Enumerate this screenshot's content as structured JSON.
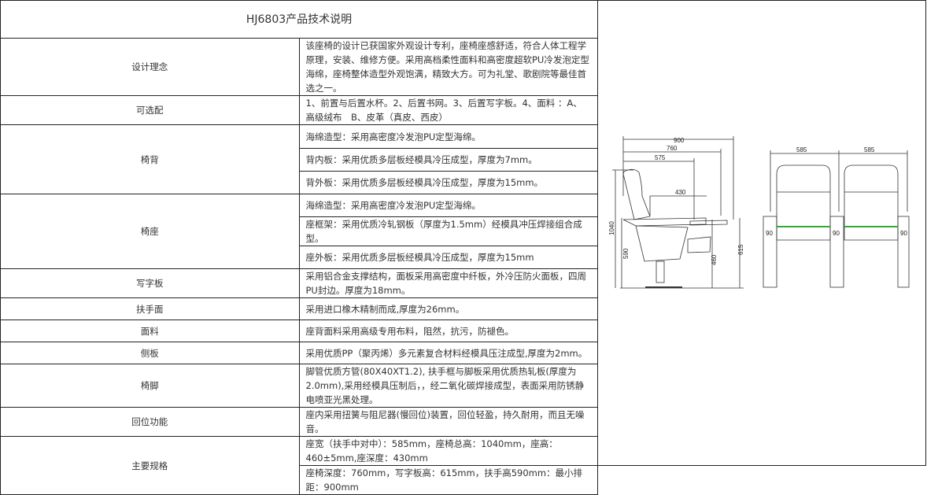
{
  "title": "HJ6803产品技术说明",
  "rows": [
    {
      "label": "设计理念",
      "items": [
        "该座椅的设计已获国家外观设计专利，座椅座感舒适，符合人体工程学原理，安装、维修方便。采用高档柔性面料和高密度超软PU冷发泡定型海绵，座椅整体造型外观饱满，精致大方。可为礼堂、歌剧院等最佳首选之一。"
      ]
    },
    {
      "label": "可选配",
      "items": [
        "1、前置与后置水杯。2、后置书网。3、后置写字板。4、面料 ：A、高级绒布　B、皮革（真皮、西皮）"
      ]
    },
    {
      "label": "椅背",
      "items": [
        "海绵造型：采用高密度冷发泡PU定型海绵。",
        "背内板：采用优质多层板经模具冷压成型，厚度为7mm。",
        "背外板：采用优质多层板经模具冷压成型，厚度为15mm。"
      ]
    },
    {
      "label": "椅座",
      "items": [
        "海绵造型：采用高密度冷发泡PU定型海绵。",
        "座框架：采用优质冷轧钢板（厚度为1.5mm）经模具冲压焊接组合成型。",
        "座外板：采用优质多层板经模具冷压成型，厚度为15mm"
      ]
    },
    {
      "label": "写字板",
      "items": [
        "采用铝合金支撑结构，面板采用高密度中纤板，外冷压防火面板，四周PU封边。厚度为18mm。"
      ]
    },
    {
      "label": "扶手面",
      "items": [
        "采用进口橡木精制而成,厚度为26mm。"
      ]
    },
    {
      "label": "面料",
      "items": [
        "座背面料采用高级专用布料，阻然，抗污，防褪色。"
      ]
    },
    {
      "label": "侧板",
      "items": [
        "采用优质PP（聚丙烯）多元素复合材料经模具压注成型,厚度为2mm。"
      ]
    },
    {
      "label": "椅脚",
      "items": [
        "脚管优质方管(80X40XT1.2), 扶手框与脚板采用优质热轧板(厚度为2.0mm),采用经模具压制后，，经二氧化碳焊接成型，表面采用防锈静电喷亚光黑处理。"
      ]
    },
    {
      "label": "回位功能",
      "items": [
        "座内采用扭簧与阻尼器(慢回位)装置，回位轻盈，持久耐用，而且无噪音。"
      ]
    },
    {
      "label": "主要规格",
      "items": [
        "座宽（扶手中对中）：585mm，座椅总高：1040mm，座高：460±5mm,座深度：430mm",
        "座椅深度：760mm，写字板高：615mm，扶手高590mm：最小排距：900mm"
      ]
    }
  ],
  "drawing": {
    "side": {
      "d900": "900",
      "d760": "760",
      "d575": "575",
      "d430": "430",
      "d1040": "1040",
      "d590": "590",
      "d460": "460",
      "d615": "615"
    },
    "front": {
      "w1": "585",
      "w2": "585",
      "a1": "90",
      "a2": "90",
      "a3": "90"
    }
  }
}
